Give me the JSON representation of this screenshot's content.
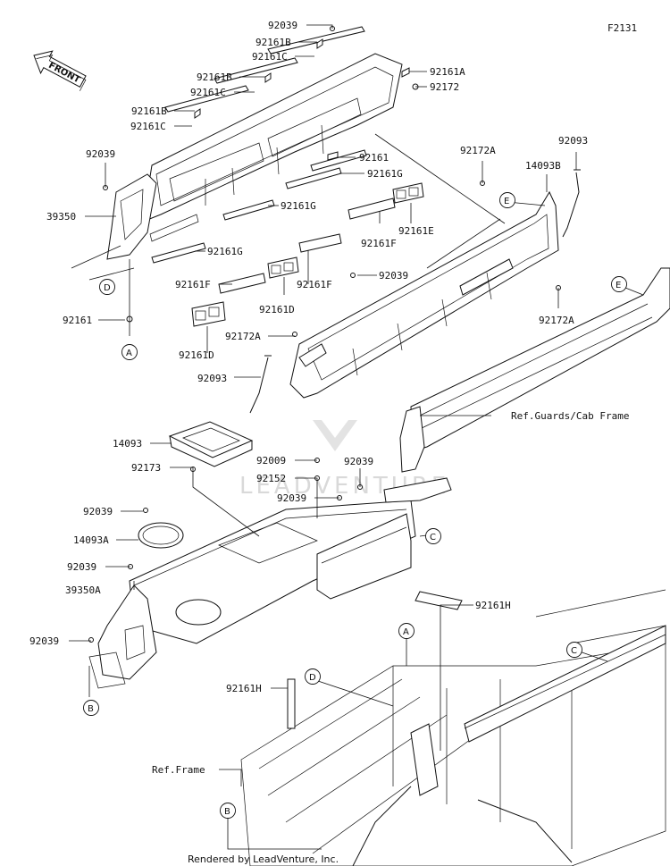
{
  "diagram_code": "F2131",
  "front_label": "FRONT",
  "watermark": "LEADVENTURE",
  "credit": "Rendered by LeadVenture, Inc.",
  "references": {
    "guards": "Ref.Guards/Cab Frame",
    "frame": "Ref.Frame"
  },
  "callouts": {
    "a_top": "A",
    "a_bottom": "A",
    "b_left": "B",
    "b_bottom": "B",
    "c_mid": "C",
    "c_frame": "C",
    "d_left": "D",
    "d_frame": "D",
    "e_left": "E",
    "e_right": "E"
  },
  "parts": {
    "p92039_top": "92039",
    "p92161B_1": "92161B",
    "p92161C_1": "92161C",
    "p92161A": "92161A",
    "p92172": "92172",
    "p92161B_2": "92161B",
    "p92161C_2": "92161C",
    "p92161B_3": "92161B",
    "p92161C_3": "92161C",
    "p92039_left": "92039",
    "p92161_mid": "92161",
    "p92161G_1": "92161G",
    "p92172A_1": "92172A",
    "p92093_1": "92093",
    "p14093B": "14093B",
    "p39350": "39350",
    "p92161G_2": "92161G",
    "p92161E": "92161E",
    "p92161G_3": "92161G",
    "p92161F_1": "92161F",
    "p92161F_2": "92161F",
    "p92161F_3": "92161F",
    "p92039_mid": "92039",
    "p92161_left": "92161",
    "p92161D_1": "92161D",
    "p92172A_2": "92172A",
    "p92172A_3": "92172A",
    "p92161D_2": "92161D",
    "p92093_2": "92093",
    "p14093": "14093",
    "p92173": "92173",
    "p92009": "92009",
    "p92039_cent": "92039",
    "p92152": "92152",
    "p92039_cent2": "92039",
    "p92039_l2": "92039",
    "p14093A": "14093A",
    "p92039_l3": "92039",
    "p39350A": "39350A",
    "p92039_l4": "92039",
    "p92161H_1": "92161H",
    "p92161H_2": "92161H"
  }
}
